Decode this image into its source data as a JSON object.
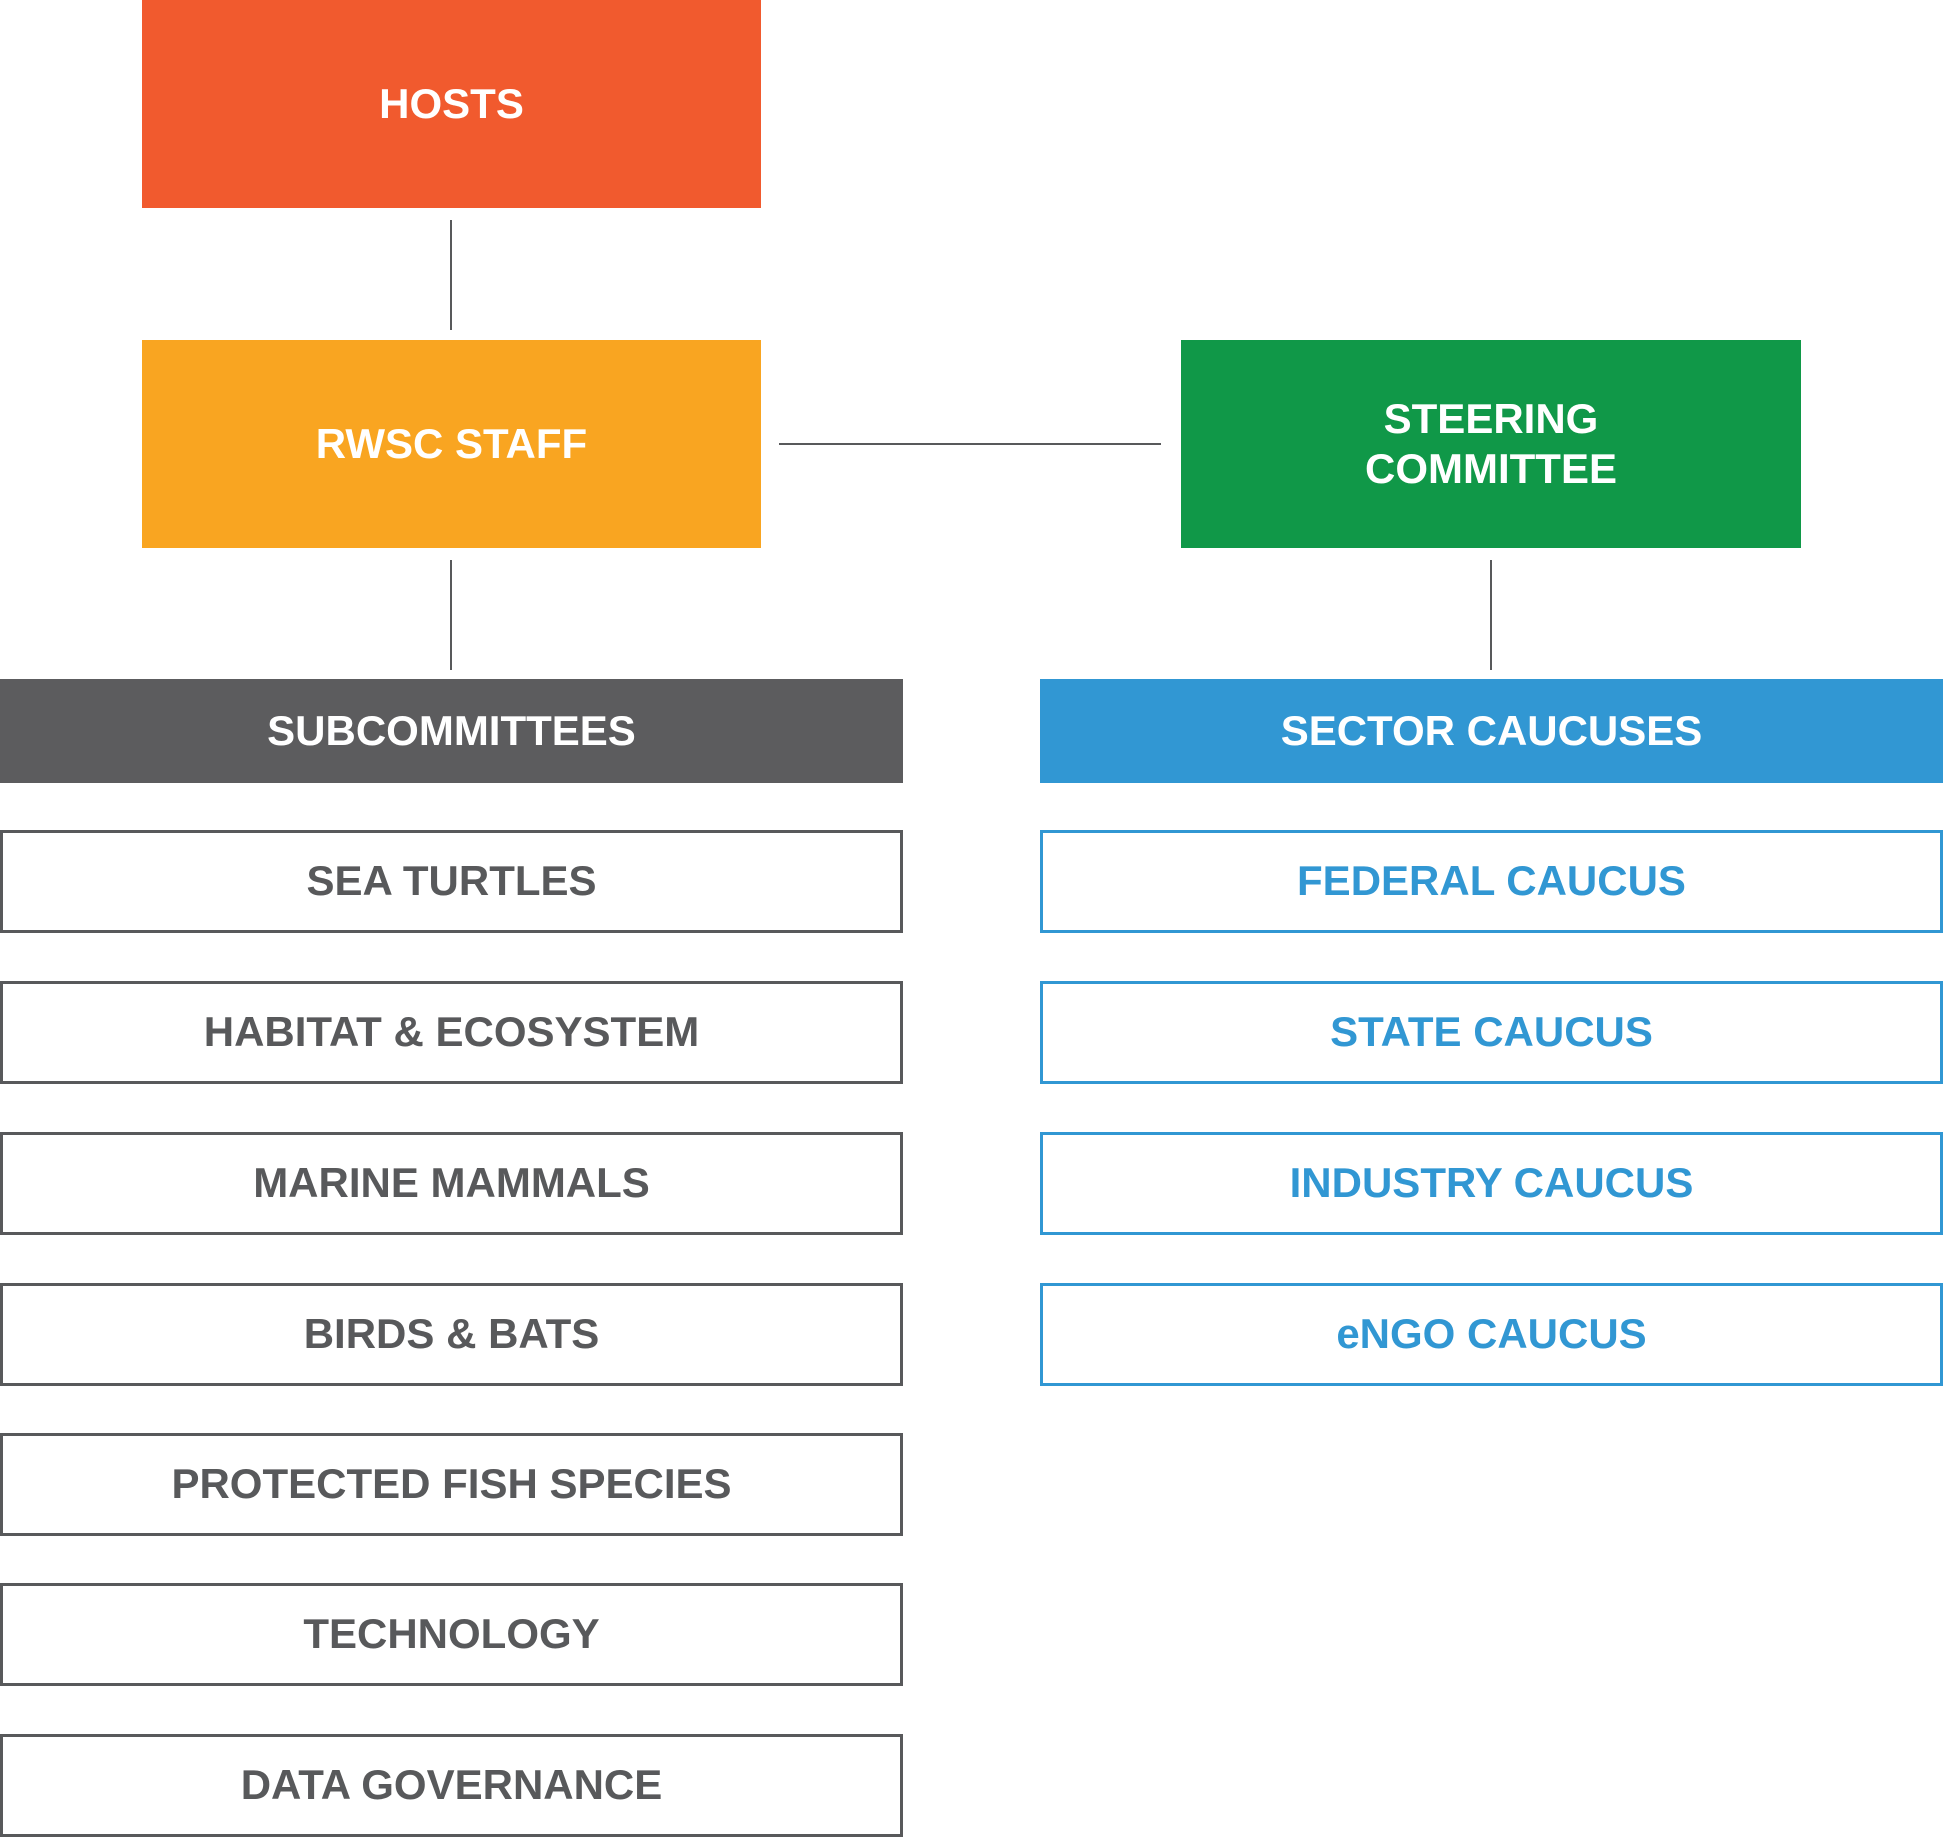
{
  "colors": {
    "hosts": "#f15a2e",
    "staff": "#f9a521",
    "steering": "#109848",
    "subcommittees": "#5c5c5e",
    "sector_caucuses": "#3197d3",
    "connector": "#58595b"
  },
  "hosts": {
    "label": "HOSTS"
  },
  "staff": {
    "label": "RWSC STAFF"
  },
  "steering": {
    "line1": "STEERING",
    "line2": "COMMITTEE"
  },
  "subcommittees": {
    "label": "SUBCOMMITTEES",
    "items": [
      "SEA TURTLES",
      "HABITAT & ECOSYSTEM",
      "MARINE MAMMALS",
      "BIRDS & BATS",
      "PROTECTED FISH SPECIES",
      "TECHNOLOGY",
      "DATA GOVERNANCE"
    ]
  },
  "sector_caucuses": {
    "label": "SECTOR CAUCUSES",
    "items": [
      "FEDERAL CAUCUS",
      "STATE CAUCUS",
      "INDUSTRY CAUCUS",
      "eNGO CAUCUS"
    ]
  }
}
